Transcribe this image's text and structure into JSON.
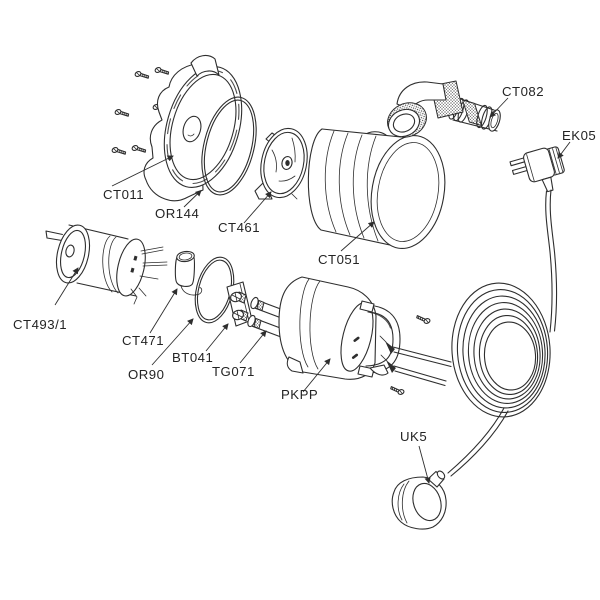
{
  "diagram": {
    "kind": "exploded-parts-line-drawing",
    "background_color": "#ffffff",
    "line_color": "#2e2e2e",
    "label_color": "#242424"
  },
  "parts": [
    {
      "code": "CT011"
    },
    {
      "code": "OR144"
    },
    {
      "code": "CT461"
    },
    {
      "code": "CT051"
    },
    {
      "code": "CT082"
    },
    {
      "code": "EK05"
    },
    {
      "code": "CT493/1"
    },
    {
      "code": "CT471"
    },
    {
      "code": "OR90"
    },
    {
      "code": "BT041"
    },
    {
      "code": "TG071"
    },
    {
      "code": "PKPP"
    },
    {
      "code": "UK5"
    }
  ]
}
